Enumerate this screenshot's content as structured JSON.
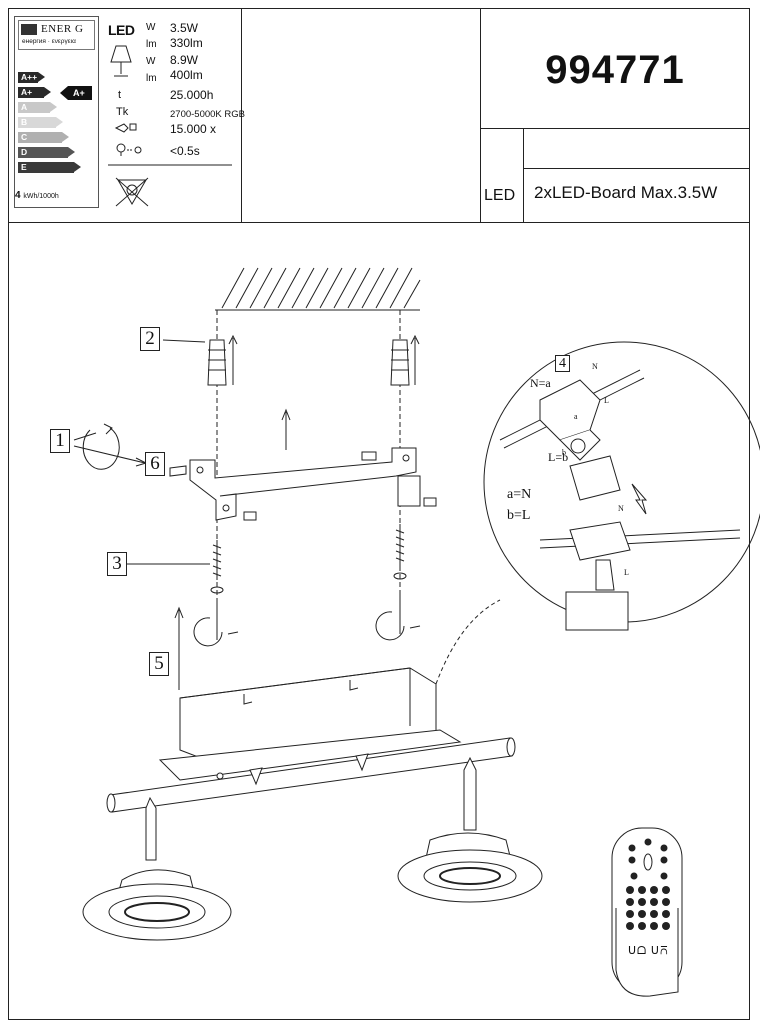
{
  "energy_label": {
    "title": "ENER G",
    "subtitle": "енергия · ενεργεια",
    "classes": [
      "A++",
      "A+",
      "A",
      "B",
      "C",
      "D",
      "E"
    ],
    "class_colors": [
      "#2a2a2a",
      "#2a2a2a",
      "#c8c8c8",
      "#d8d8d8",
      "#b0b0b0",
      "#555555",
      "#3a3a3a"
    ],
    "rating": "A+",
    "consumption_value": "4",
    "consumption_unit": "kWh/1000h"
  },
  "specs": {
    "led_label": "LED",
    "power_unit_1": "W",
    "power_1": "3.5W",
    "lumen_unit_1": "lm",
    "lumen_1": "330lm",
    "power_unit_2": "W",
    "power_2": "8.9W",
    "lumen_unit_2": "lm",
    "lumen_2": "400lm",
    "life_symbol": "t",
    "lifetime": "25.000h",
    "temp_symbol": "Tk",
    "color_temp": "2700-5000K RGB",
    "switching": "15.000 x",
    "warmup": "<0.5s"
  },
  "header": {
    "article_number": "994771",
    "led_tag": "LED",
    "board_spec": "2xLED-Board Max.3.5W"
  },
  "callouts": {
    "c1": "1",
    "c2": "2",
    "c3": "3",
    "c4": "4",
    "c5": "5",
    "c6": "6"
  },
  "detail": {
    "n_eq_a": "N=a",
    "l_eq_b": "L=b",
    "a_eq_n": "a=N",
    "b_eq_l": "b=L",
    "n1": "N",
    "l1": "L",
    "n2": "N",
    "l2": "L",
    "a": "a",
    "b": "b"
  },
  "remote": {
    "bottom_text": "ᑌᗝ ᑌ⩃"
  }
}
